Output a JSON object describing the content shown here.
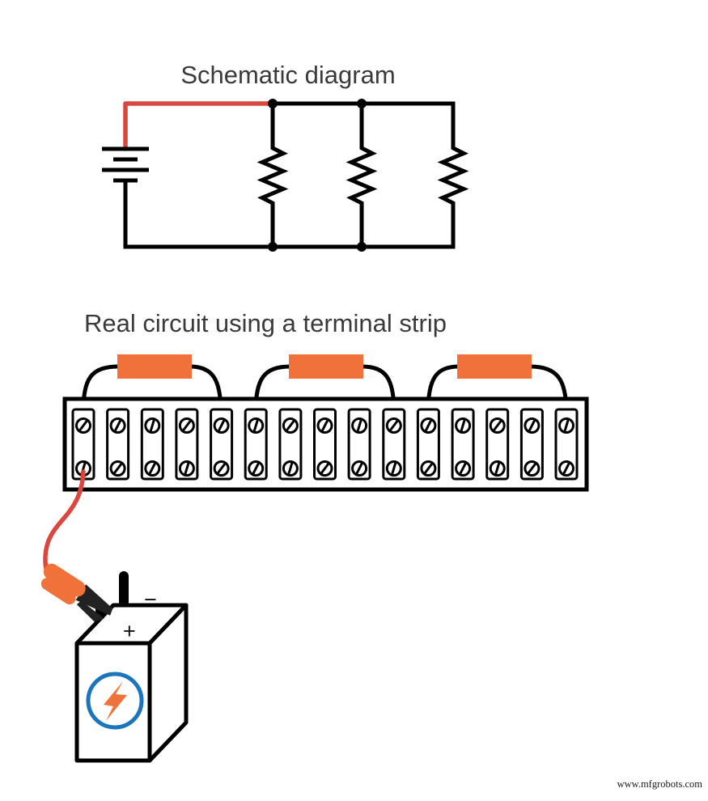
{
  "titles": {
    "schematic": "Schematic diagram",
    "real_circuit": "Real circuit using a terminal strip"
  },
  "battery": {
    "minus_label": "−",
    "plus_label": "+"
  },
  "watermark": "www.mfgrobots.com",
  "colors": {
    "wire_red": "#d9473f",
    "resistor_orange": "#f0713a",
    "logo_blue": "#1b75bc",
    "wire_black": "#000000"
  },
  "schematic": {
    "resistor_count": 3,
    "battery_count": 1,
    "junction_dot_count": 4
  },
  "terminal_strip": {
    "terminal_count": 15,
    "screws_per_terminal": 2,
    "resistor_count": 3
  },
  "icons": {
    "lightning": "bolt-in-circle",
    "screw": "slotted-screw-head",
    "alligator_clip": "clip"
  }
}
